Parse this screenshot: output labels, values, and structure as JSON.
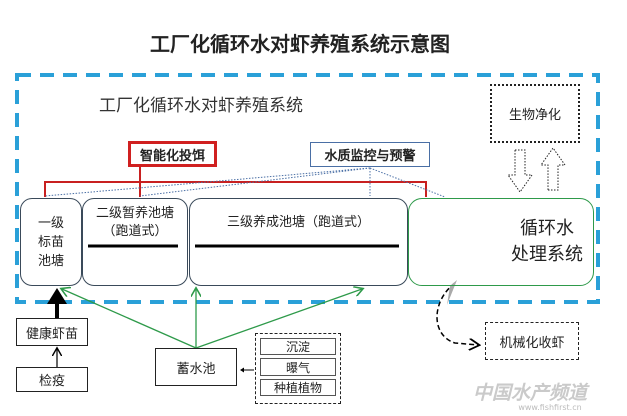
{
  "title": "工厂化循环水对虾养殖系统示意图",
  "system_title": "工厂化循环水对虾养殖系统",
  "bio_purify": "生物净化",
  "smart_feeding": "智能化投饵",
  "water_monitor": "水质监控与预警",
  "pond1": "一级\n标苗\n池塘",
  "pond2": "二级暂养池塘\n（跑道式）",
  "pond3": "三级养成池塘（跑道式）",
  "recirc": "循环水\n处理系统",
  "healthy_fry": "健康虾苗",
  "quarantine": "检疫",
  "reservoir": "蓄水池",
  "treatments": [
    "沉淀",
    "曝气",
    "种植植物"
  ],
  "harvest": "机械化收虾",
  "watermark": "中国水产频道",
  "watermark_url": "www.fishfirst.cn",
  "colors": {
    "dash_border": "#2aa0d8",
    "red": "#d02020",
    "green": "#2e9a4a",
    "blue": "#4a6fa5"
  }
}
